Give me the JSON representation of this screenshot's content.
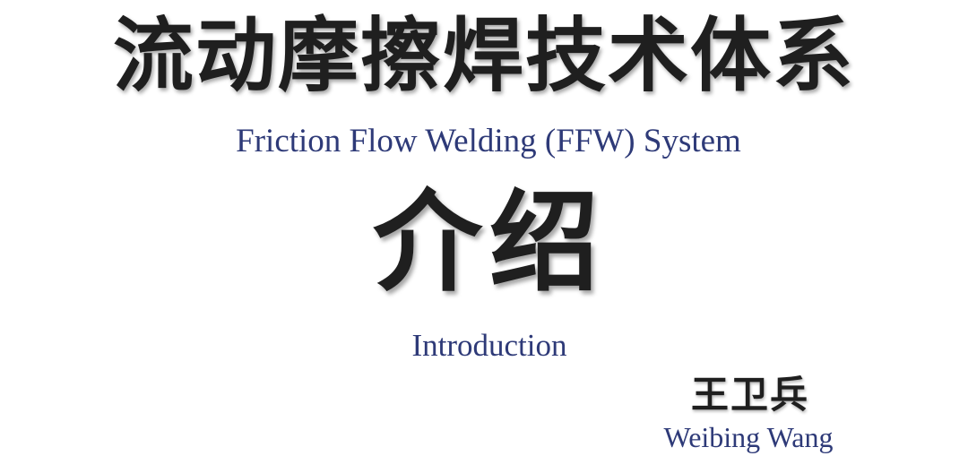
{
  "slide": {
    "title_cn": "流动摩擦焊技术体系",
    "title_en": "Friction Flow Welding (FFW) System",
    "subtitle_cn": "介绍",
    "subtitle_en": "Introduction",
    "author_cn": "王卫兵",
    "author_en": "Weibing Wang"
  },
  "colors": {
    "background": "#ffffff",
    "chinese_text": "#1f1f1f",
    "english_text": "#2e3a78"
  }
}
